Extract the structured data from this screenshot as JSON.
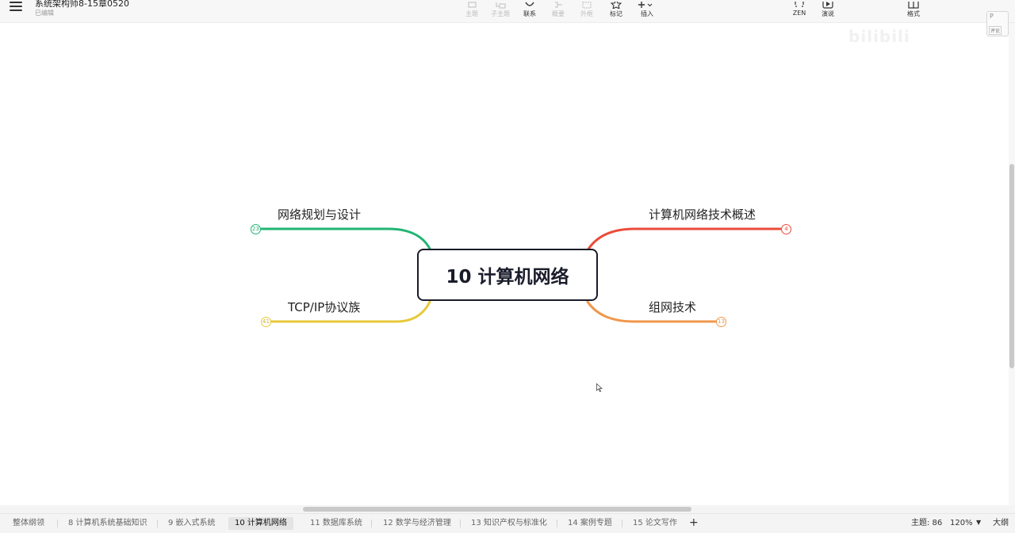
{
  "app": {
    "document_title": "系统架构师8-15章0520",
    "status": "已编辑"
  },
  "toolbar": {
    "items": [
      {
        "label": "主题",
        "icon": "topic-icon",
        "enabled": false
      },
      {
        "label": "子主题",
        "icon": "subtopic-icon",
        "enabled": false
      },
      {
        "label": "联系",
        "icon": "relationship-icon",
        "enabled": true
      },
      {
        "label": "概要",
        "icon": "summary-icon",
        "enabled": false
      },
      {
        "label": "外框",
        "icon": "boundary-icon",
        "enabled": false
      },
      {
        "label": "标记",
        "icon": "star-icon",
        "enabled": true
      },
      {
        "label": "插入",
        "icon": "insert-plus-icon",
        "enabled": true
      }
    ],
    "right_items": [
      {
        "label": "ZEN",
        "icon": "zen-mode-icon"
      },
      {
        "label": "演说",
        "icon": "presentation-play-icon"
      },
      {
        "label": "格式",
        "icon": "format-panel-icon"
      }
    ],
    "avatar": {
      "letter": "P",
      "tag": "评论"
    }
  },
  "watermark": "bilibili",
  "mindmap": {
    "central_topic": "10 计算机网络",
    "branches": [
      {
        "label": "网络规划与设计",
        "count": "23",
        "color": "#21b573",
        "side": "left"
      },
      {
        "label": "TCP/IP协议族",
        "count": "41",
        "color": "#e8c93a",
        "side": "left"
      },
      {
        "label": "计算机网络技术概述",
        "count": "4",
        "color": "#ea4b3a",
        "side": "right"
      },
      {
        "label": "组网技术",
        "count": "13",
        "color": "#f0974a",
        "side": "right"
      }
    ]
  },
  "sheet_tabs": [
    {
      "label": "整体纲领",
      "active": false
    },
    {
      "label": "8 计算机系统基础知识",
      "active": false
    },
    {
      "label": "9 嵌入式系统",
      "active": false
    },
    {
      "label": "10 计算机网络",
      "active": true
    },
    {
      "label": "11 数据库系统",
      "active": false
    },
    {
      "label": "12 数学与经济管理",
      "active": false
    },
    {
      "label": "13 知识产权与标准化",
      "active": false
    },
    {
      "label": "14 案例专题",
      "active": false
    },
    {
      "label": "15 论文写作",
      "active": false
    }
  ],
  "status_bar": {
    "topic_count": "主题: 86",
    "zoom": "120%",
    "view_mode": "大纲"
  }
}
